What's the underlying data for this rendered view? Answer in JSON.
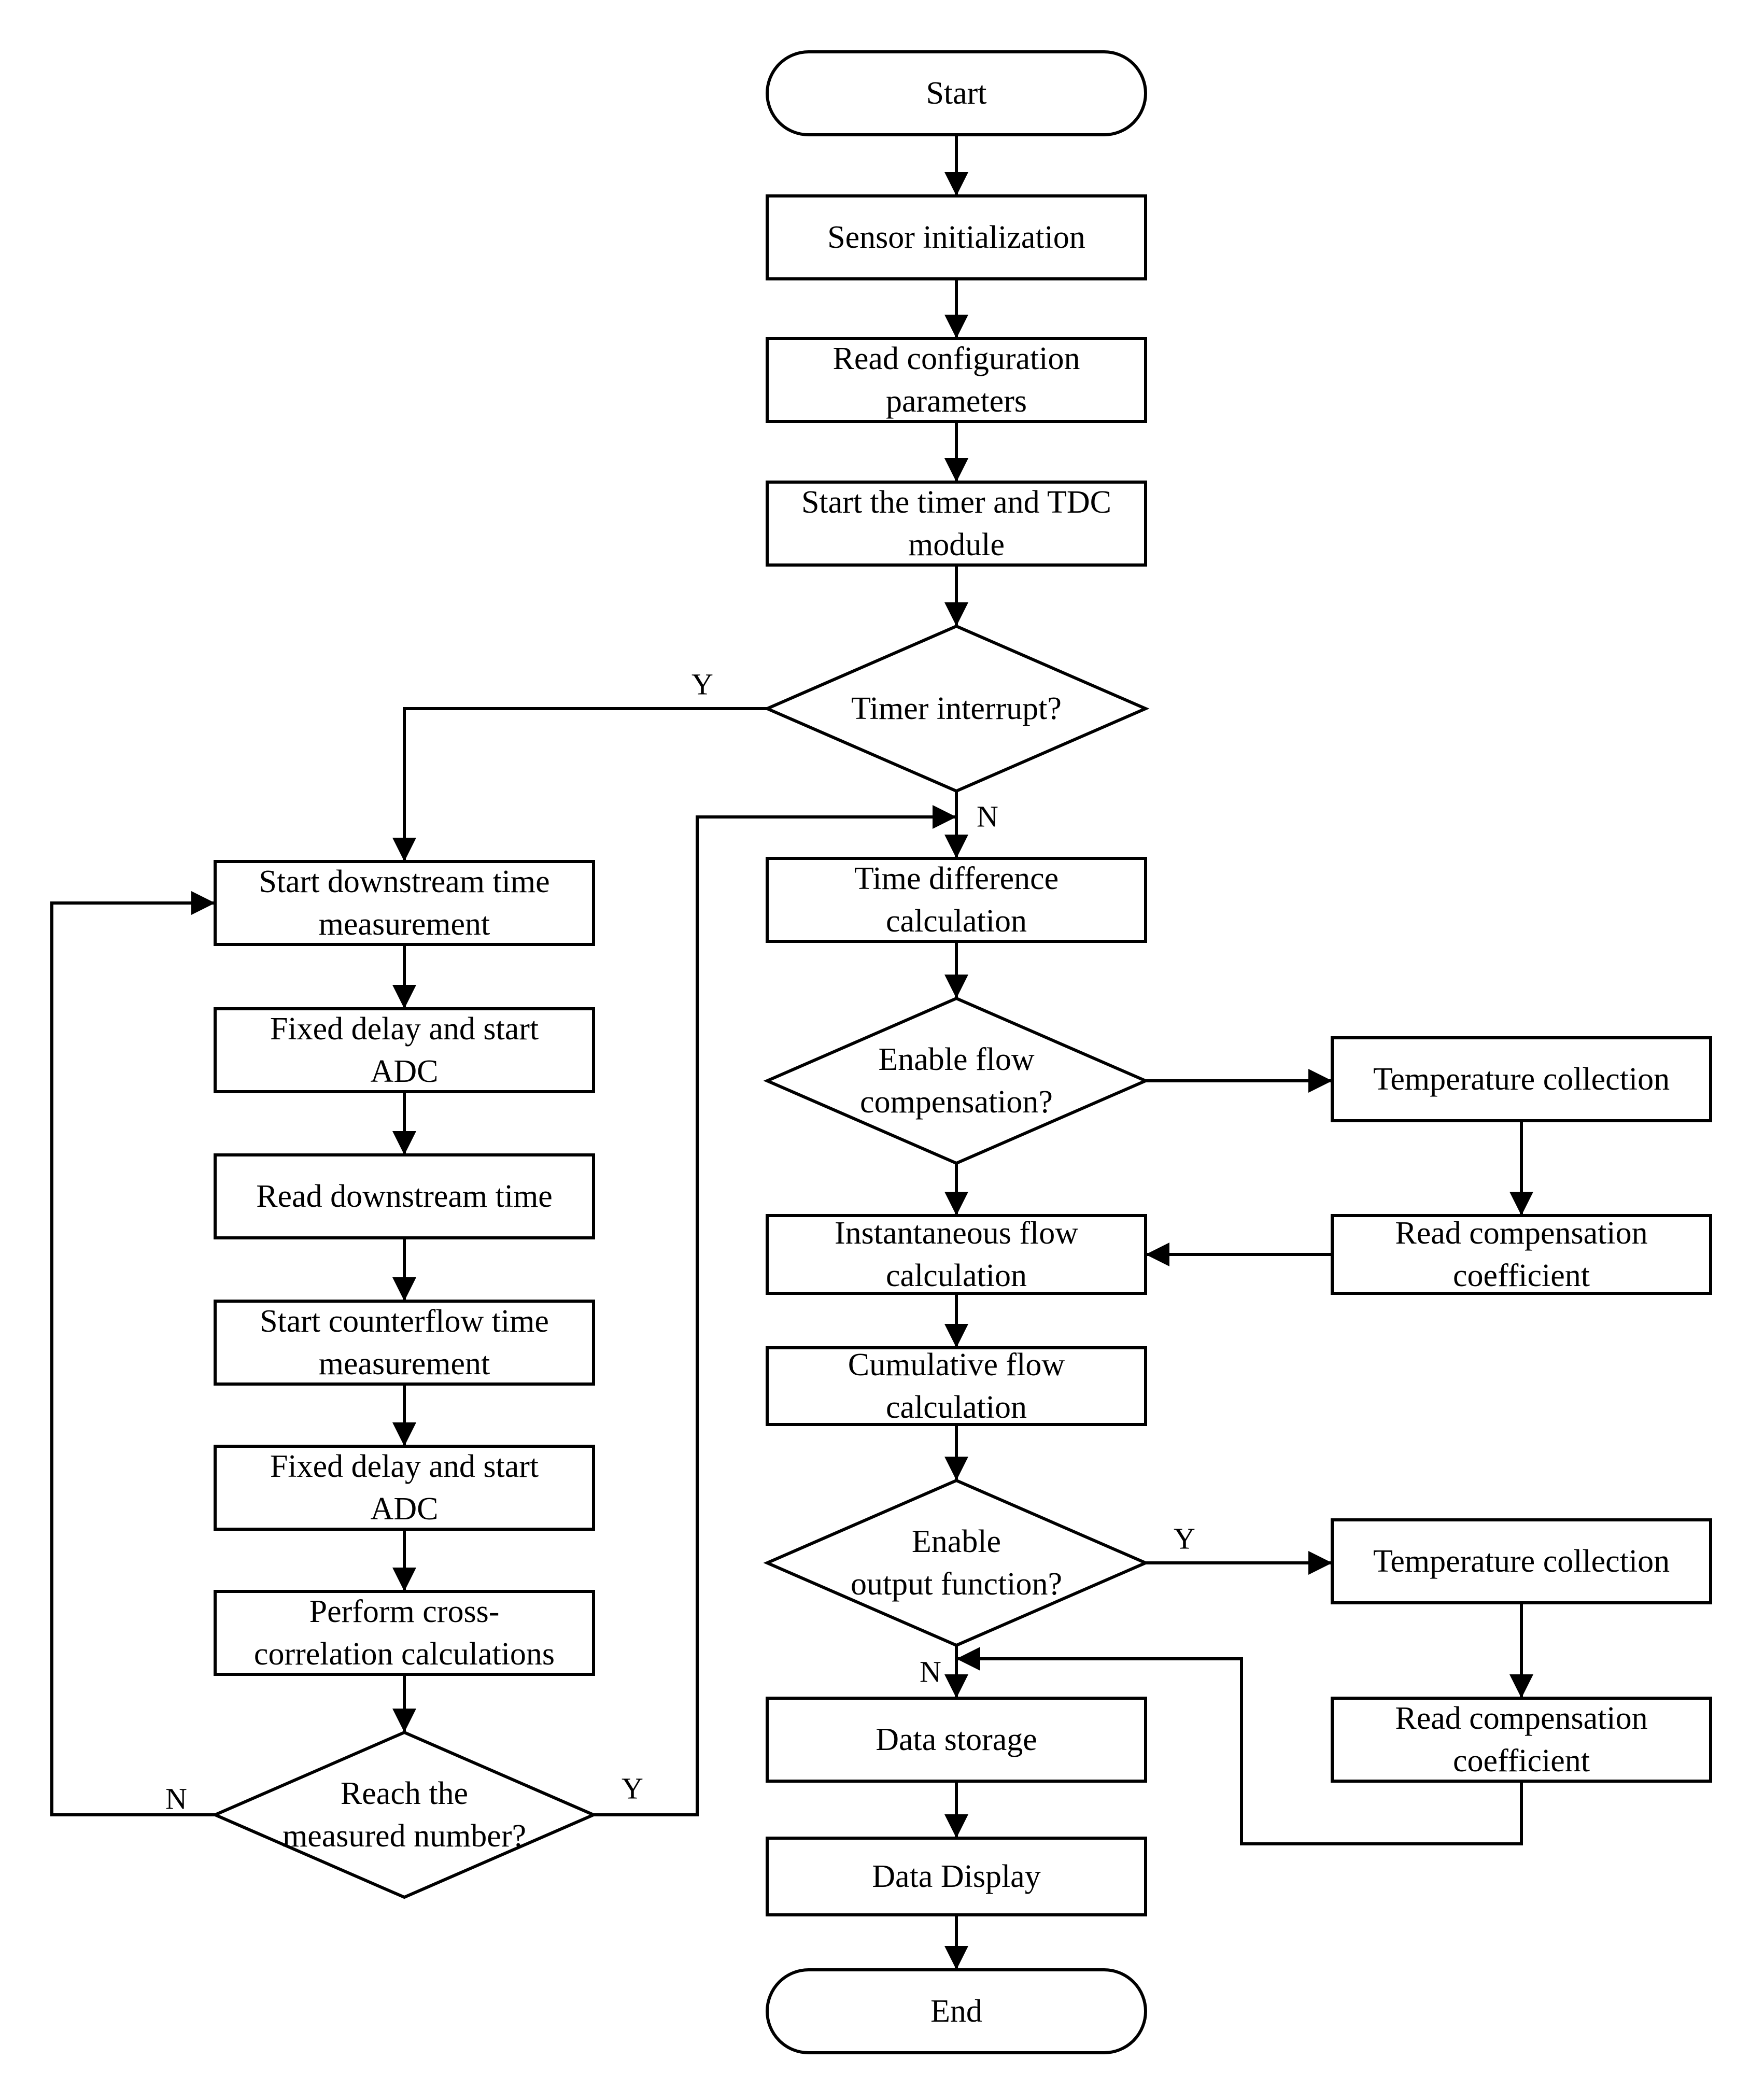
{
  "diagram": {
    "nodes": {
      "start": {
        "shape": "terminal",
        "lines": [
          "Start"
        ]
      },
      "sensor_init": {
        "shape": "process",
        "lines": [
          "Sensor initialization"
        ]
      },
      "read_config": {
        "shape": "process",
        "lines": [
          "Read configuration",
          "parameters"
        ]
      },
      "start_timer": {
        "shape": "process",
        "lines": [
          "Start the timer and TDC",
          "module"
        ]
      },
      "timer_interrupt": {
        "shape": "decision",
        "lines": [
          "Timer interrupt?"
        ]
      },
      "start_downstream": {
        "shape": "process",
        "lines": [
          "Start downstream time",
          "measurement"
        ]
      },
      "fixed_delay_1": {
        "shape": "process",
        "lines": [
          "Fixed delay and start",
          "ADC"
        ]
      },
      "read_downstream": {
        "shape": "process",
        "lines": [
          "Read downstream time"
        ]
      },
      "start_counterflow": {
        "shape": "process",
        "lines": [
          "Start counterflow time",
          "measurement"
        ]
      },
      "fixed_delay_2": {
        "shape": "process",
        "lines": [
          "Fixed delay and start",
          "ADC"
        ]
      },
      "cross_correlation": {
        "shape": "process",
        "lines": [
          "Perform cross-",
          "correlation calculations"
        ]
      },
      "reach_number": {
        "shape": "decision",
        "lines": [
          "Reach the",
          "measured number?"
        ]
      },
      "time_difference": {
        "shape": "process",
        "lines": [
          "Time difference",
          "calculation"
        ]
      },
      "enable_compensation": {
        "shape": "decision",
        "lines": [
          "Enable flow",
          "compensation?"
        ]
      },
      "temp_collection_1": {
        "shape": "process",
        "lines": [
          "Temperature collection"
        ]
      },
      "read_coefficient_1": {
        "shape": "process",
        "lines": [
          "Read compensation",
          "coefficient"
        ]
      },
      "instantaneous_flow": {
        "shape": "process",
        "lines": [
          "Instantaneous flow",
          "calculation"
        ]
      },
      "cumulative_flow": {
        "shape": "process",
        "lines": [
          "Cumulative flow",
          "calculation"
        ]
      },
      "enable_output": {
        "shape": "decision",
        "lines": [
          "Enable",
          "output function?"
        ]
      },
      "temp_collection_2": {
        "shape": "process",
        "lines": [
          "Temperature collection"
        ]
      },
      "read_coefficient_2": {
        "shape": "process",
        "lines": [
          "Read compensation",
          "coefficient"
        ]
      },
      "data_storage": {
        "shape": "process",
        "lines": [
          "Data storage"
        ]
      },
      "data_display": {
        "shape": "process",
        "lines": [
          "Data Display"
        ]
      },
      "end": {
        "shape": "terminal",
        "lines": [
          "End"
        ]
      }
    },
    "edges": [
      {
        "from": "start",
        "to": "sensor_init",
        "label": ""
      },
      {
        "from": "sensor_init",
        "to": "read_config",
        "label": ""
      },
      {
        "from": "read_config",
        "to": "start_timer",
        "label": ""
      },
      {
        "from": "start_timer",
        "to": "timer_interrupt",
        "label": ""
      },
      {
        "from": "timer_interrupt",
        "to": "start_downstream",
        "label": "Y"
      },
      {
        "from": "timer_interrupt",
        "to": "time_difference",
        "label": "N"
      },
      {
        "from": "start_downstream",
        "to": "fixed_delay_1",
        "label": ""
      },
      {
        "from": "fixed_delay_1",
        "to": "read_downstream",
        "label": ""
      },
      {
        "from": "read_downstream",
        "to": "start_counterflow",
        "label": ""
      },
      {
        "from": "start_counterflow",
        "to": "fixed_delay_2",
        "label": ""
      },
      {
        "from": "fixed_delay_2",
        "to": "cross_correlation",
        "label": ""
      },
      {
        "from": "cross_correlation",
        "to": "reach_number",
        "label": ""
      },
      {
        "from": "reach_number",
        "to": "start_downstream",
        "label": "N"
      },
      {
        "from": "reach_number",
        "to": "time_difference",
        "label": "Y"
      },
      {
        "from": "time_difference",
        "to": "enable_compensation",
        "label": ""
      },
      {
        "from": "enable_compensation",
        "to": "temp_collection_1",
        "label": ""
      },
      {
        "from": "enable_compensation",
        "to": "instantaneous_flow",
        "label": ""
      },
      {
        "from": "temp_collection_1",
        "to": "read_coefficient_1",
        "label": ""
      },
      {
        "from": "read_coefficient_1",
        "to": "instantaneous_flow",
        "label": ""
      },
      {
        "from": "instantaneous_flow",
        "to": "cumulative_flow",
        "label": ""
      },
      {
        "from": "cumulative_flow",
        "to": "enable_output",
        "label": ""
      },
      {
        "from": "enable_output",
        "to": "temp_collection_2",
        "label": "Y"
      },
      {
        "from": "enable_output",
        "to": "data_storage",
        "label": "N"
      },
      {
        "from": "temp_collection_2",
        "to": "read_coefficient_2",
        "label": ""
      },
      {
        "from": "read_coefficient_2",
        "to": "data_storage",
        "label": ""
      },
      {
        "from": "data_storage",
        "to": "data_display",
        "label": ""
      },
      {
        "from": "data_display",
        "to": "end",
        "label": ""
      }
    ]
  }
}
